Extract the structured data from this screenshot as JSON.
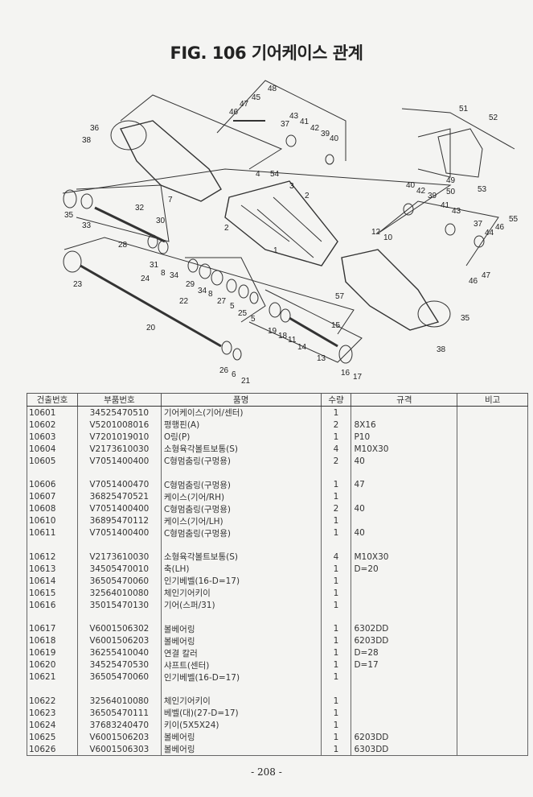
{
  "title": "FIG. 106 기어케이스 관계",
  "diagram": {
    "callouts": [
      "48",
      "47",
      "45",
      "46",
      "37",
      "43",
      "41",
      "42",
      "39",
      "40",
      "51",
      "52",
      "36",
      "38",
      "7",
      "4",
      "54",
      "3",
      "2",
      "2",
      "1",
      "32",
      "35",
      "33",
      "30",
      "28",
      "31",
      "8",
      "34",
      "29",
      "34",
      "8",
      "27",
      "5",
      "25",
      "5",
      "23",
      "24",
      "22",
      "20",
      "26",
      "6",
      "21",
      "19",
      "18",
      "11",
      "14",
      "15",
      "13",
      "16",
      "17",
      "12",
      "10",
      "57",
      "49",
      "50",
      "53",
      "40",
      "42",
      "39",
      "41",
      "43",
      "37",
      "44",
      "46",
      "55",
      "47",
      "46",
      "35",
      "38"
    ]
  },
  "table": {
    "headers": [
      "건출번호",
      "부품번호",
      "품명",
      "수량",
      "규격",
      "비고"
    ],
    "groups": [
      [
        {
          "code": "10601",
          "part": "34525470510",
          "name": "기어케이스(기어/센터)",
          "qty": "1",
          "spec": "",
          "note": ""
        },
        {
          "code": "10602",
          "part": "V5201008016",
          "name": "평행핀(A)",
          "qty": "2",
          "spec": "8X16",
          "note": ""
        },
        {
          "code": "10603",
          "part": "V7201019010",
          "name": "O링(P)",
          "qty": "1",
          "spec": "P10",
          "note": ""
        },
        {
          "code": "10604",
          "part": "V2173610030",
          "name": "소형육각볼트보통(S)",
          "qty": "4",
          "spec": "M10X30",
          "note": ""
        },
        {
          "code": "10605",
          "part": "V7051400400",
          "name": "C형멈춤링(구멍용)",
          "qty": "2",
          "spec": "40",
          "note": ""
        }
      ],
      [
        {
          "code": "10606",
          "part": "V7051400470",
          "name": "C형멈춤링(구멍용)",
          "qty": "1",
          "spec": "47",
          "note": ""
        },
        {
          "code": "10607",
          "part": "36825470521",
          "name": "케이스(기어/RH)",
          "qty": "1",
          "spec": "",
          "note": ""
        },
        {
          "code": "10608",
          "part": "V7051400400",
          "name": "C형멈춤링(구멍용)",
          "qty": "2",
          "spec": "40",
          "note": ""
        },
        {
          "code": "10610",
          "part": "36895470112",
          "name": "케이스(기어/LH)",
          "qty": "1",
          "spec": "",
          "note": ""
        },
        {
          "code": "10611",
          "part": "V7051400400",
          "name": "C형멈춤링(구멍용)",
          "qty": "1",
          "spec": "40",
          "note": ""
        }
      ],
      [
        {
          "code": "10612",
          "part": "V2173610030",
          "name": "소형육각볼트보통(S)",
          "qty": "4",
          "spec": "M10X30",
          "note": ""
        },
        {
          "code": "10613",
          "part": "34505470010",
          "name": "축(LH)",
          "qty": "1",
          "spec": "D=20",
          "note": ""
        },
        {
          "code": "10614",
          "part": "36505470060",
          "name": "인기베벨(16-D=17)",
          "qty": "1",
          "spec": "",
          "note": ""
        },
        {
          "code": "10615",
          "part": "32564010080",
          "name": "체인기어키이",
          "qty": "1",
          "spec": "",
          "note": ""
        },
        {
          "code": "10616",
          "part": "35015470130",
          "name": "기어(스퍼/31)",
          "qty": "1",
          "spec": "",
          "note": ""
        }
      ],
      [
        {
          "code": "10617",
          "part": "V6001506302",
          "name": "볼베어링",
          "qty": "1",
          "spec": "6302DD",
          "note": ""
        },
        {
          "code": "10618",
          "part": "V6001506203",
          "name": "볼베어링",
          "qty": "1",
          "spec": "6203DD",
          "note": ""
        },
        {
          "code": "10619",
          "part": "36255410040",
          "name": "연결 칼러",
          "qty": "1",
          "spec": "D=28",
          "note": ""
        },
        {
          "code": "10620",
          "part": "34525470530",
          "name": "샤프트(센터)",
          "qty": "1",
          "spec": "D=17",
          "note": ""
        },
        {
          "code": "10621",
          "part": "36505470060",
          "name": "인기베벨(16-D=17)",
          "qty": "1",
          "spec": "",
          "note": ""
        }
      ],
      [
        {
          "code": "10622",
          "part": "32564010080",
          "name": "체인기어키이",
          "qty": "1",
          "spec": "",
          "note": ""
        },
        {
          "code": "10623",
          "part": "36505470111",
          "name": "베벨(대)(27-D=17)",
          "qty": "1",
          "spec": "",
          "note": ""
        },
        {
          "code": "10624",
          "part": "37683240470",
          "name": "키이(5X5X24)",
          "qty": "1",
          "spec": "",
          "note": ""
        },
        {
          "code": "10625",
          "part": "V6001506203",
          "name": "볼베어링",
          "qty": "1",
          "spec": "6203DD",
          "note": ""
        },
        {
          "code": "10626",
          "part": "V6001506303",
          "name": "볼베어링",
          "qty": "1",
          "spec": "6303DD",
          "note": ""
        }
      ]
    ]
  },
  "page_number": "- 208 -"
}
